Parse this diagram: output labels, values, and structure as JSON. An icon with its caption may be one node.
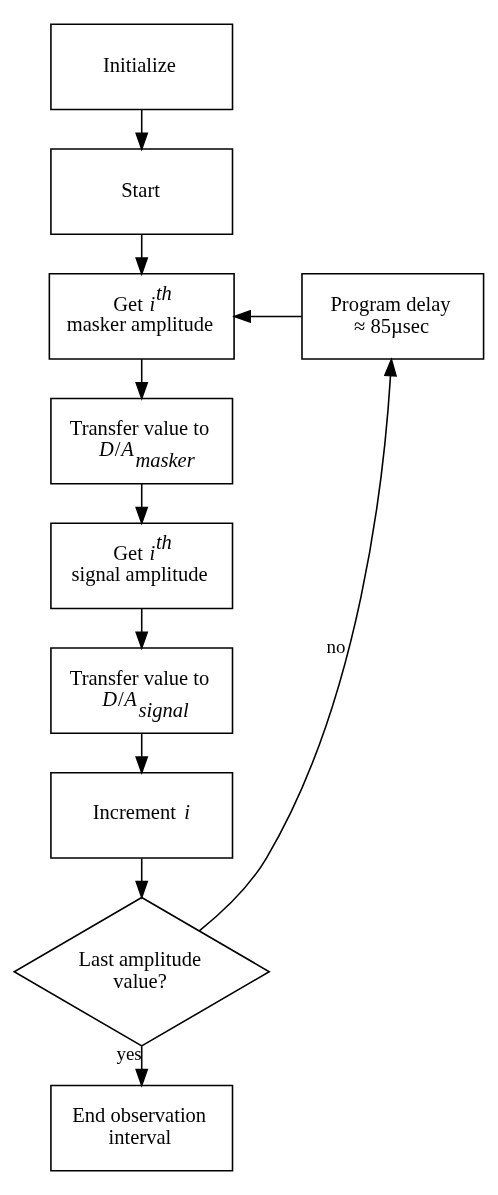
{
  "diagram": {
    "nodes": [
      {
        "text": [
          "Initialize"
        ]
      },
      {
        "text": [
          "Start"
        ]
      },
      {
        "text": [
          "Get *i*$^{th}$ masker amplitude"
        ]
      },
      {
        "text": [
          "Transfer value to *D*/*A*$_{masker}$"
        ]
      },
      {
        "text": [
          "Get *i*$^{th}$ signal amplitude"
        ]
      },
      {
        "text": [
          "Transfer value to *D*/*A*$_{signal}$"
        ]
      },
      {
        "text": [
          "Increment *i*"
        ]
      },
      {
        "text": [
          "Last amplitude value?"
        ]
      },
      {
        "text": [
          "End observation interval"
        ]
      },
      {
        "text": [
          "Program delay ≈ 85µsec"
        ]
      }
    ],
    "edges": [
      {
        "from": 0,
        "to": 1,
        "arrow": "to"
      },
      {
        "from": 1,
        "to": 2,
        "arrow": "to"
      },
      {
        "from": 2,
        "to": 3,
        "arrow": "to"
      },
      {
        "from": 3,
        "to": 4,
        "arrow": "to"
      },
      {
        "from": 4,
        "to": 5,
        "arrow": "to"
      },
      {
        "from": 5,
        "to": 6,
        "arrow": "to"
      },
      {
        "from": 6,
        "to": 7,
        "arrow": "to"
      },
      {
        "from": 7,
        "to": 8,
        "arrow": "to",
        "label": "yes"
      },
      {
        "from": 7,
        "to": 9,
        "arrow": "to",
        "label": "no"
      },
      {
        "from": 9,
        "to": 2,
        "arrow": "to"
      }
    ]
  }
}
